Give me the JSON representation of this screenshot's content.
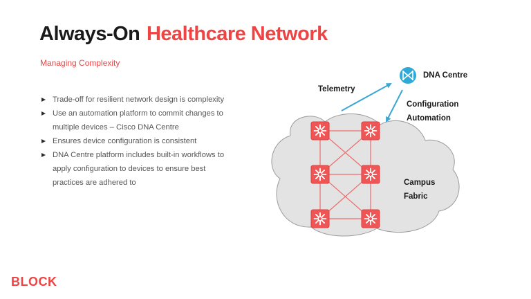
{
  "header": {
    "title_part1": "Always-On",
    "title_part2": "Healthcare Network",
    "subtitle": "Managing Complexity"
  },
  "bullets": [
    "Trade-off for resilient network design is complexity",
    "Use an automation platform to commit changes to multiple devices – Cisco DNA Centre",
    "Ensures device configuration is consistent",
    "DNA Centre platform includes built-in workflows to apply configuration to devices to ensure best practices are adhered to"
  ],
  "diagram": {
    "dna_label": "DNA Centre",
    "telemetry_label": "Telemetry",
    "config_label_line1": "Configuration",
    "config_label_line2": "Automation",
    "campus_label_line1": "Campus",
    "campus_label_line2": "Fabric",
    "icons": {
      "dna": "dna-centre-icon",
      "switch": "network-switch-icon",
      "cloud": "cloud-shape"
    }
  },
  "logo": {
    "text": "BLOCK"
  },
  "colors": {
    "accent": "#ee4444",
    "text": "#1a1a1a",
    "body_text": "#555555",
    "cloud_fill": "#e3e3e3",
    "cloud_stroke": "#9a9a9a",
    "arrow_blue": "#3aa6d8",
    "dna_icon": "#2fa9d6"
  }
}
